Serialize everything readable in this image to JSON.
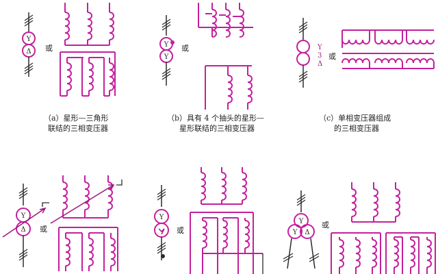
{
  "colors": {
    "winding": "#c41f9c",
    "line": "#2a2a2a",
    "accent": "#a0137a"
  },
  "symbols": {
    "star": "Y",
    "delta": "Δ",
    "three": "3",
    "or": "或"
  },
  "captions": {
    "a": {
      "line1": "（a）星形—三角形",
      "line2": "联结的三相变压器"
    },
    "b": {
      "line1": "（b）具有 4 个抽头的星形—",
      "line2": "星形联结的三相变压器"
    },
    "c": {
      "line1": "（c）单相变压器组成",
      "line2": "的三相变压器"
    }
  },
  "panels": [
    {
      "id": "a",
      "symbol": "star-delta",
      "tap_count": 0
    },
    {
      "id": "b",
      "symbol": "star-star",
      "tap_count": 4
    },
    {
      "id": "c",
      "symbol": "single-phase-bank",
      "tap_count": 0
    },
    {
      "id": "d",
      "symbol": "star-delta-adjustable",
      "tap_count": 0
    },
    {
      "id": "e",
      "symbol": "star-zigzag",
      "tap_count": 0
    },
    {
      "id": "f",
      "symbol": "three-winding",
      "tap_count": 0
    }
  ]
}
